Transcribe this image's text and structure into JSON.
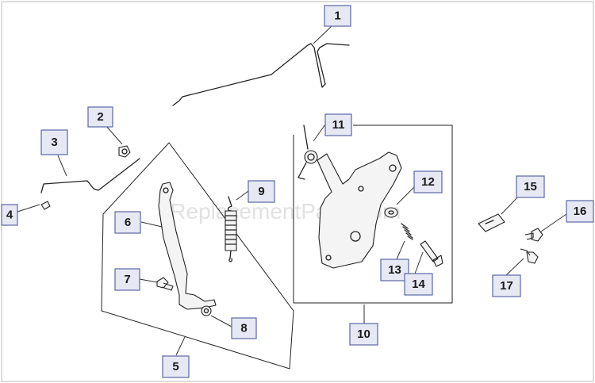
{
  "watermark": "eReplacementParts.com",
  "callouts": [
    "1",
    "2",
    "3",
    "4",
    "5",
    "6",
    "7",
    "8",
    "9",
    "10",
    "11",
    "12",
    "13",
    "14",
    "15",
    "16",
    "17"
  ],
  "colors": {
    "callout_fill": "#e6e9f3",
    "callout_border": "#5a67a6",
    "line": "#222222"
  }
}
